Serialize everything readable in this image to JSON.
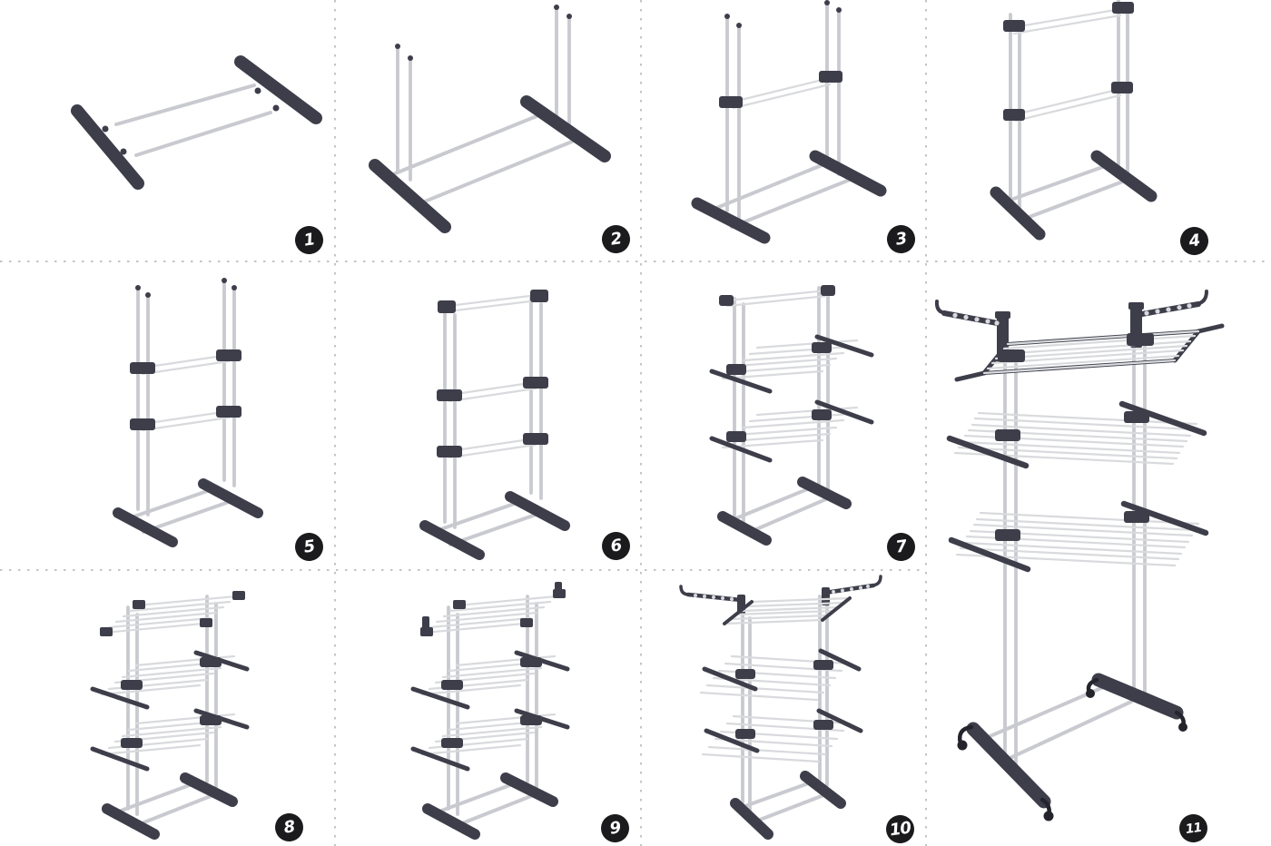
{
  "sheet": {
    "kind": "assembly-instruction-sheet",
    "rows": 3,
    "columns": 4,
    "step_count": 11
  },
  "colors": {
    "plastic": "#3d3e4a",
    "plastic_deep": "#24242c",
    "tube": "#c9cad0",
    "rod": "#d9dadd",
    "grid_dot": "#c4c4c4",
    "badge_bg": "#1b1b1d",
    "badge_text": "#ffffff",
    "paper": "#ffffff"
  },
  "steps": [
    {
      "number": "1",
      "illustration": "base-feet-and-crossbars-exploded"
    },
    {
      "number": "2",
      "illustration": "base-assembled-with-four-poles"
    },
    {
      "number": "3",
      "illustration": "poles-joined-mid-connector"
    },
    {
      "number": "4",
      "illustration": "frame-with-top-and-mid-crossbars"
    },
    {
      "number": "5",
      "illustration": "upright-frame-two-clamp-levels"
    },
    {
      "number": "6",
      "illustration": "frame-with-top-rail"
    },
    {
      "number": "7",
      "illustration": "two-drying-tiers-mounted"
    },
    {
      "number": "8",
      "illustration": "three-drying-tiers-mounted"
    },
    {
      "number": "9",
      "illustration": "tiers-locked-with-corner-brackets"
    },
    {
      "number": "10",
      "illustration": "hanger-hook-arms-attached"
    },
    {
      "number": "11",
      "illustration": "finished-rack-with-caster-wheels"
    }
  ]
}
